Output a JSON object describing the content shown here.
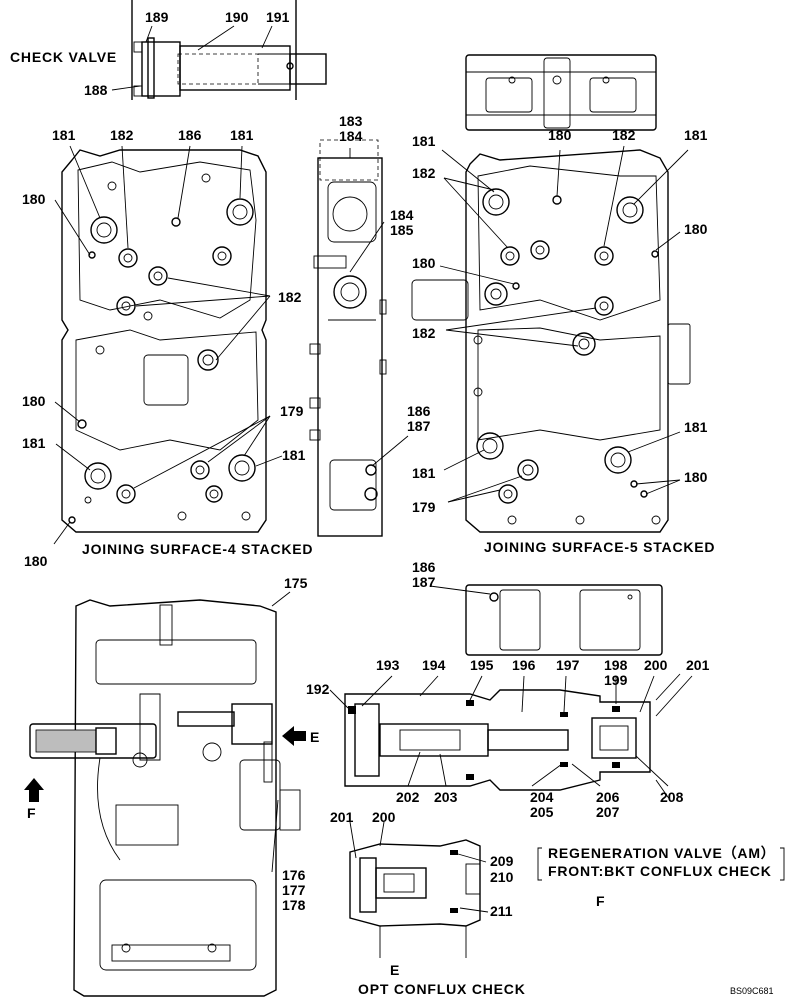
{
  "captions": {
    "check_valve": "CHECK  VALVE",
    "joining_4": "JOINING  SURFACE-4  STACKED",
    "joining_5": "JOINING  SURFACE-5  STACKED",
    "regeneration_line1": "REGENERATION  VALVE（AM）",
    "regeneration_line2": "FRONT:BKT CONFLUX CHECK",
    "view_e_letter": "E",
    "view_f_letter": "F",
    "opt_conflux": "OPT  CONFLUX  CHECK",
    "arrow_e": "E",
    "arrow_f": "F",
    "drawing_code": "BS09C681"
  },
  "part_numbers": {
    "p188": "188",
    "p189": "189",
    "p190": "190",
    "p191": "191",
    "p183": "183",
    "p184": "184",
    "p185": "185",
    "p186": "186",
    "p187": "187",
    "p180": "180",
    "p181": "181",
    "p182": "182",
    "p179": "179",
    "p175": "175",
    "p176": "176",
    "p177": "177",
    "p178": "178",
    "p192": "192",
    "p193": "193",
    "p194": "194",
    "p195": "195",
    "p196": "196",
    "p197": "197",
    "p198": "198",
    "p199": "199",
    "p200": "200",
    "p201": "201",
    "p202": "202",
    "p203": "203",
    "p204": "204",
    "p205": "205",
    "p206": "206",
    "p207": "207",
    "p208": "208",
    "p209": "209",
    "p210": "210",
    "p211": "211"
  }
}
